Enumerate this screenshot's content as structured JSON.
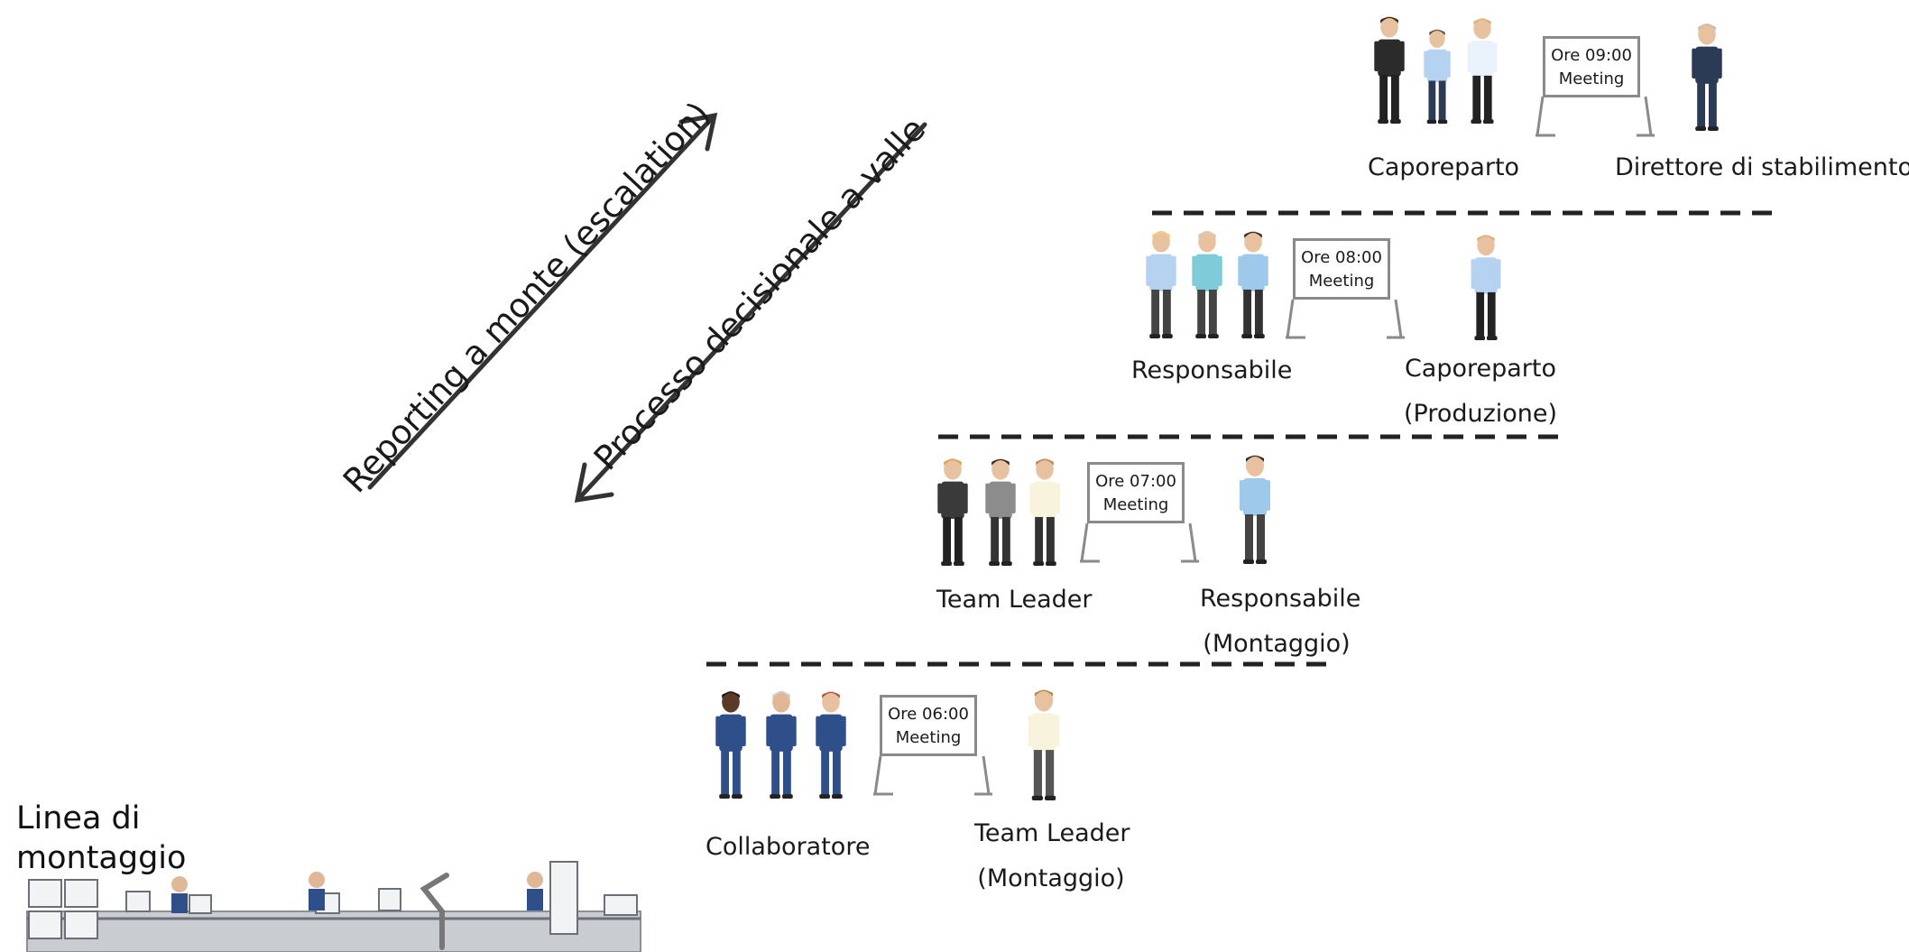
{
  "arrows": {
    "up_label": "Reporting a monte (escalation)",
    "down_label": "Processo decisionale a valle"
  },
  "levels": [
    {
      "board_time": "Ore 06:00",
      "board_title": "Meeting",
      "group_label": "Collaboratore",
      "lead_label_line1": "Team Leader",
      "lead_label_line2": "(Montaggio)"
    },
    {
      "board_time": "Ore 07:00",
      "board_title": "Meeting",
      "group_label": "Team Leader",
      "lead_label_line1": "Responsabile",
      "lead_label_line2": "(Montaggio)"
    },
    {
      "board_time": "Ore 08:00",
      "board_title": "Meeting",
      "group_label": "Responsabile",
      "lead_label_line1": "Caporeparto",
      "lead_label_line2": "(Produzione)"
    },
    {
      "board_time": "Ore 09:00",
      "board_title": "Meeting",
      "group_label": "Caporeparto",
      "lead_label_line1": "Direttore di stabilimento",
      "lead_label_line2": ""
    }
  ],
  "assembly_line": {
    "title_line1": "Linea di",
    "title_line2": "montaggio"
  },
  "colors": {
    "dashed_line": "#222222",
    "overalls": "#2f4f8a",
    "board_frame": "#8a8a8a"
  }
}
